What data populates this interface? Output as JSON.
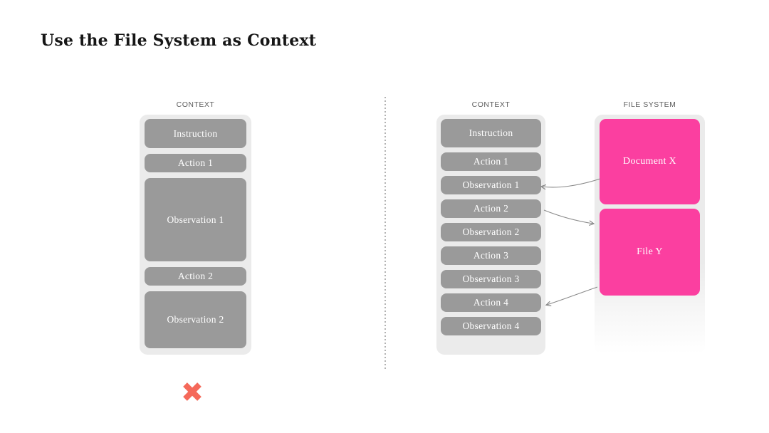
{
  "title": "Use the File System as Context",
  "colors": {
    "accent_pink": "#fb3fa0",
    "block_gray": "#9a9a9a",
    "container_gray": "#ebebeb",
    "label_text_gray": "#5c5c5c",
    "arrow_gray": "#8a8a8a",
    "cross_red": "#f5695a"
  },
  "left_panel": {
    "label": "CONTEXT",
    "boxes": [
      "Instruction",
      "Action 1",
      "Observation 1",
      "Action 2",
      "Observation 2"
    ],
    "verdict_icon": "x-mark"
  },
  "right_panel": {
    "context": {
      "label": "CONTEXT",
      "boxes": [
        "Instruction",
        "Action 1",
        "Observation 1",
        "Action 2",
        "Observation 2",
        "Action 3",
        "Observation 3",
        "Action 4",
        "Observation 4"
      ]
    },
    "file_system": {
      "label": "FILE SYSTEM",
      "boxes": [
        "Document X",
        "File Y"
      ]
    },
    "arrows": [
      {
        "from": "Document X",
        "to": "Observation 1"
      },
      {
        "from": "Action 2",
        "to": "File Y"
      },
      {
        "from": "File Y",
        "to": "Action 4"
      }
    ]
  }
}
